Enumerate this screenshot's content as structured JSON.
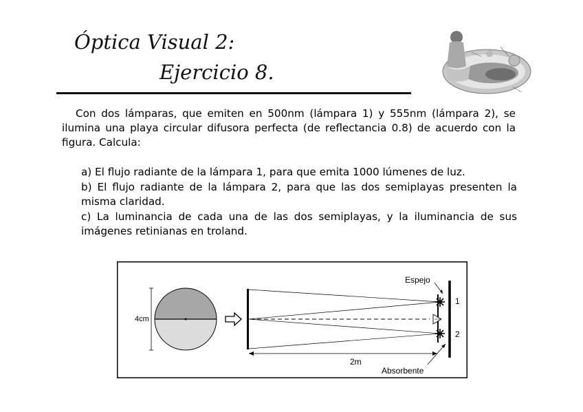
{
  "header": {
    "title_line1": "Óptica Visual 2:",
    "title_line2": "Ejercicio 8."
  },
  "problem": {
    "intro": "Con dos lámparas, que emiten en 500nm (lámpara 1) y 555nm (lámpara 2), se ilumina una playa circular difusora perfecta (de reflectancia 0.8) de acuerdo con la figura. Calcula:",
    "items": [
      "a)  El flujo radiante de la lámpara 1, para que emita 1000 lúmenes de luz.",
      "b)  El flujo radiante de la lámpara 2, para que las dos semiplayas presenten la misma claridad.",
      "c)  La luminancia de cada una de las dos semiplayas, y la iluminancia de sus imágenes retinianas en troland."
    ]
  },
  "figure": {
    "label_diameter": "4cm",
    "label_mirror": "Espejo",
    "label_lamp1": "1",
    "label_lamp2": "2",
    "label_distance": "2m",
    "label_absorber": "Absorbente"
  }
}
